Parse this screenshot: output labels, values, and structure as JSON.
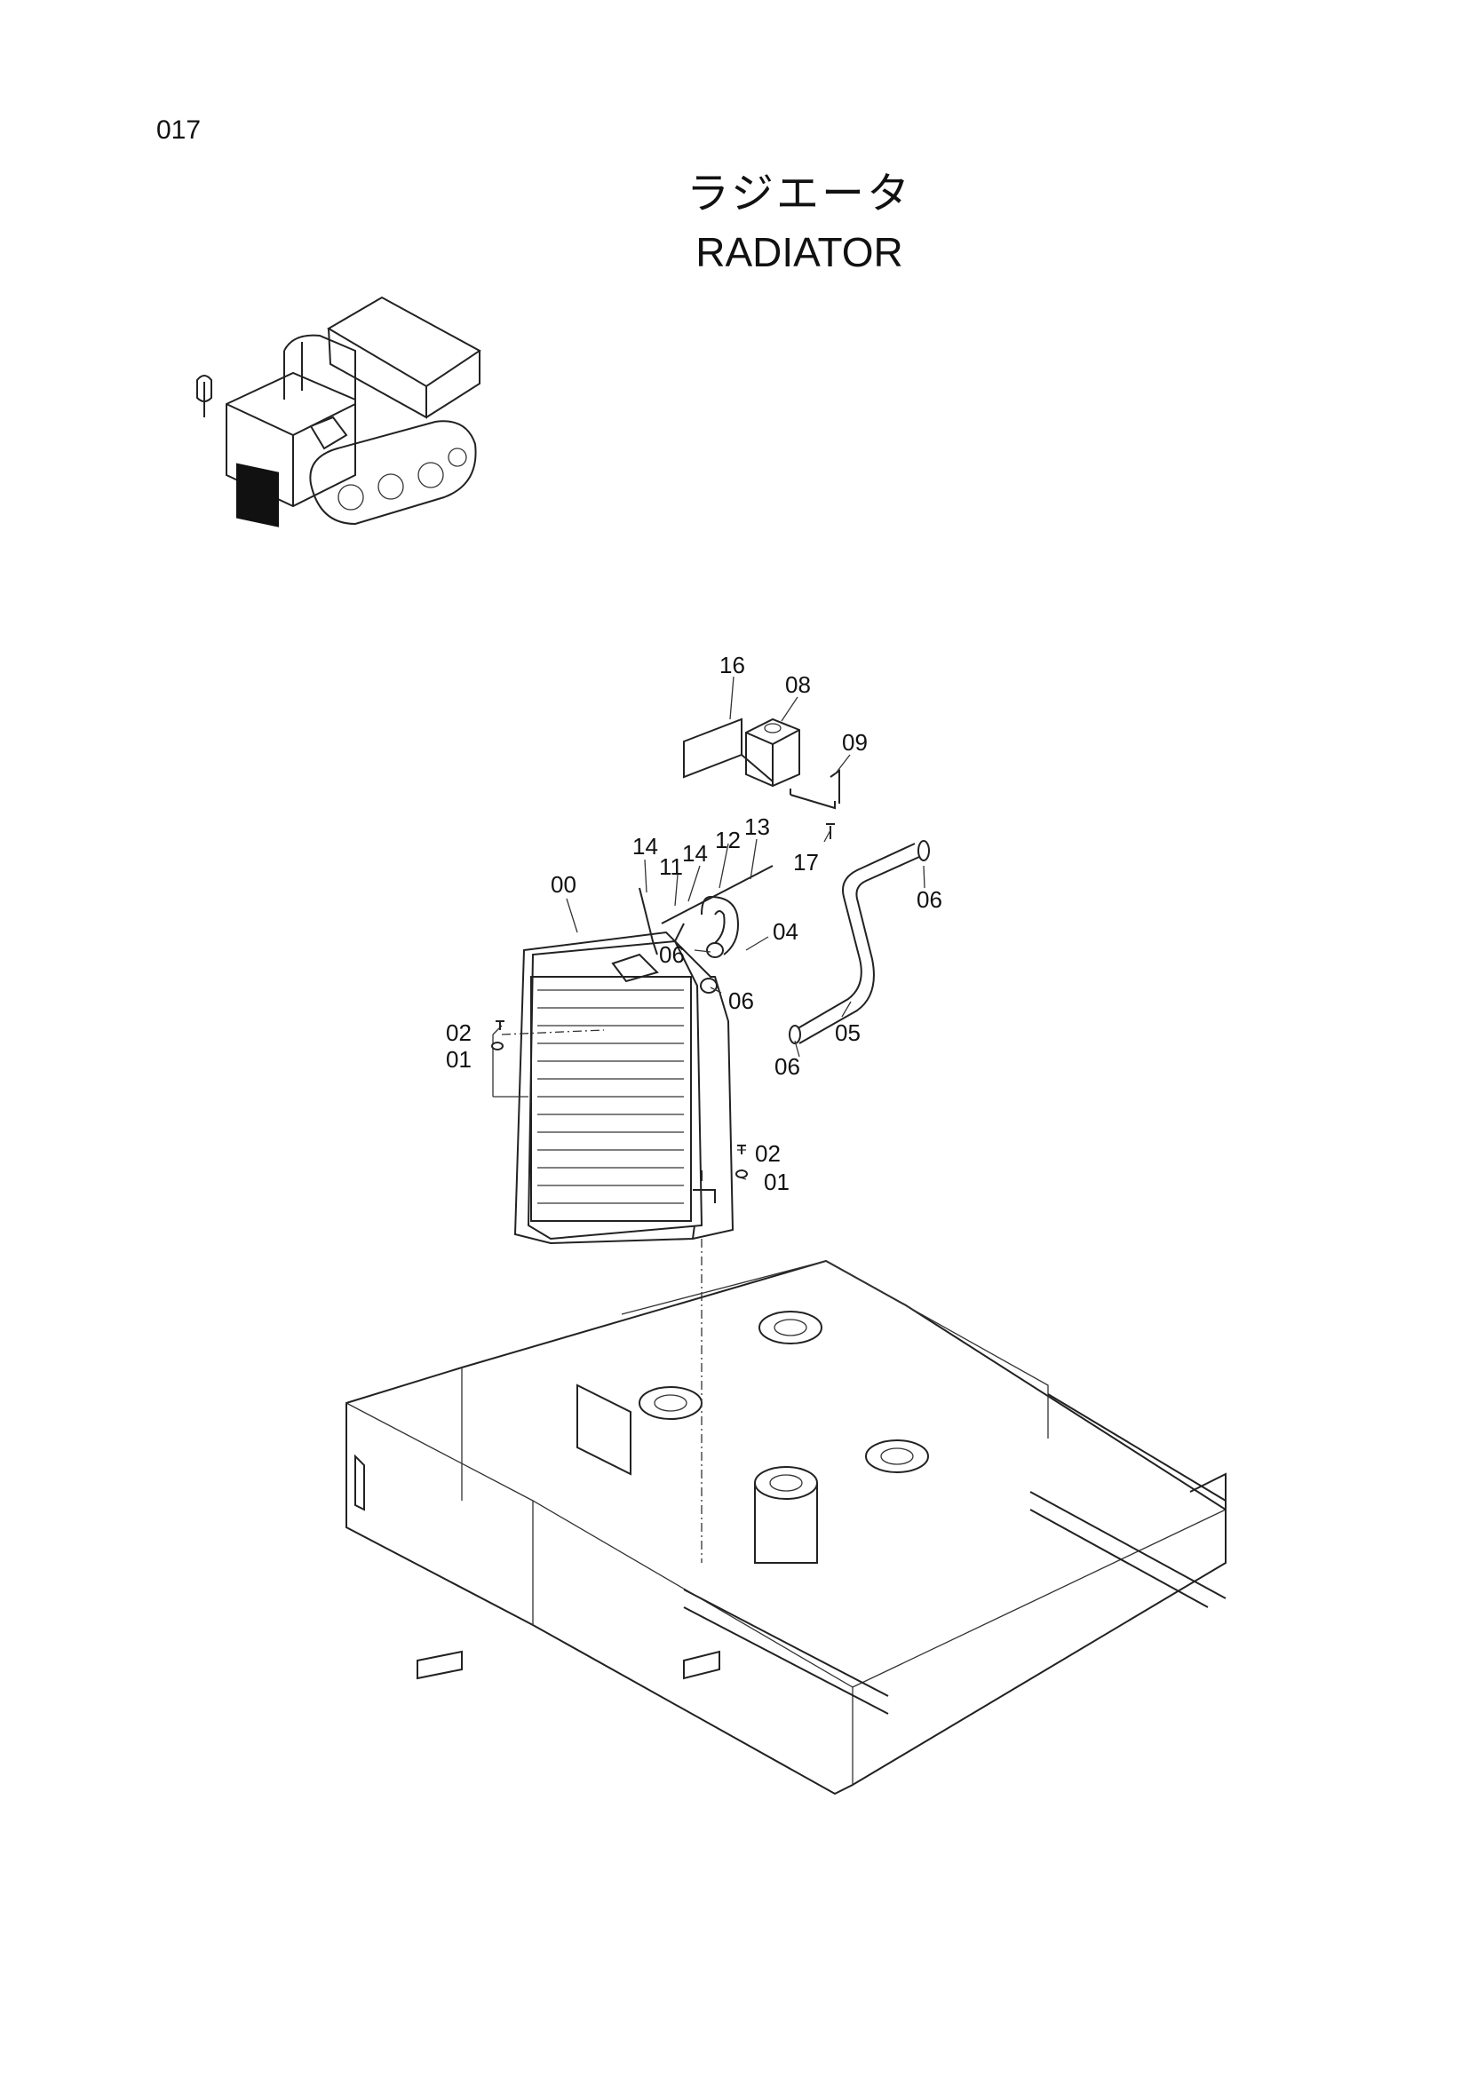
{
  "page_number": "017",
  "title": {
    "ja": "ラジエータ",
    "en": "RADIATOR"
  },
  "callouts": [
    {
      "id": "c16",
      "text": "16"
    },
    {
      "id": "c08",
      "text": "08"
    },
    {
      "id": "c09",
      "text": "09"
    },
    {
      "id": "c17",
      "text": "17"
    },
    {
      "id": "c14a",
      "text": "14"
    },
    {
      "id": "c11",
      "text": "11"
    },
    {
      "id": "c14b",
      "text": "14"
    },
    {
      "id": "c12",
      "text": "12"
    },
    {
      "id": "c13",
      "text": "13"
    },
    {
      "id": "c06a",
      "text": "06"
    },
    {
      "id": "c00",
      "text": "00"
    },
    {
      "id": "c04",
      "text": "04"
    },
    {
      "id": "c06b",
      "text": "06"
    },
    {
      "id": "c06c",
      "text": "06"
    },
    {
      "id": "c02a",
      "text": "02"
    },
    {
      "id": "c01a",
      "text": "01"
    },
    {
      "id": "c06d",
      "text": "06"
    },
    {
      "id": "c05",
      "text": "05"
    },
    {
      "id": "c02b",
      "text": "02"
    },
    {
      "id": "c01b",
      "text": "01"
    }
  ]
}
